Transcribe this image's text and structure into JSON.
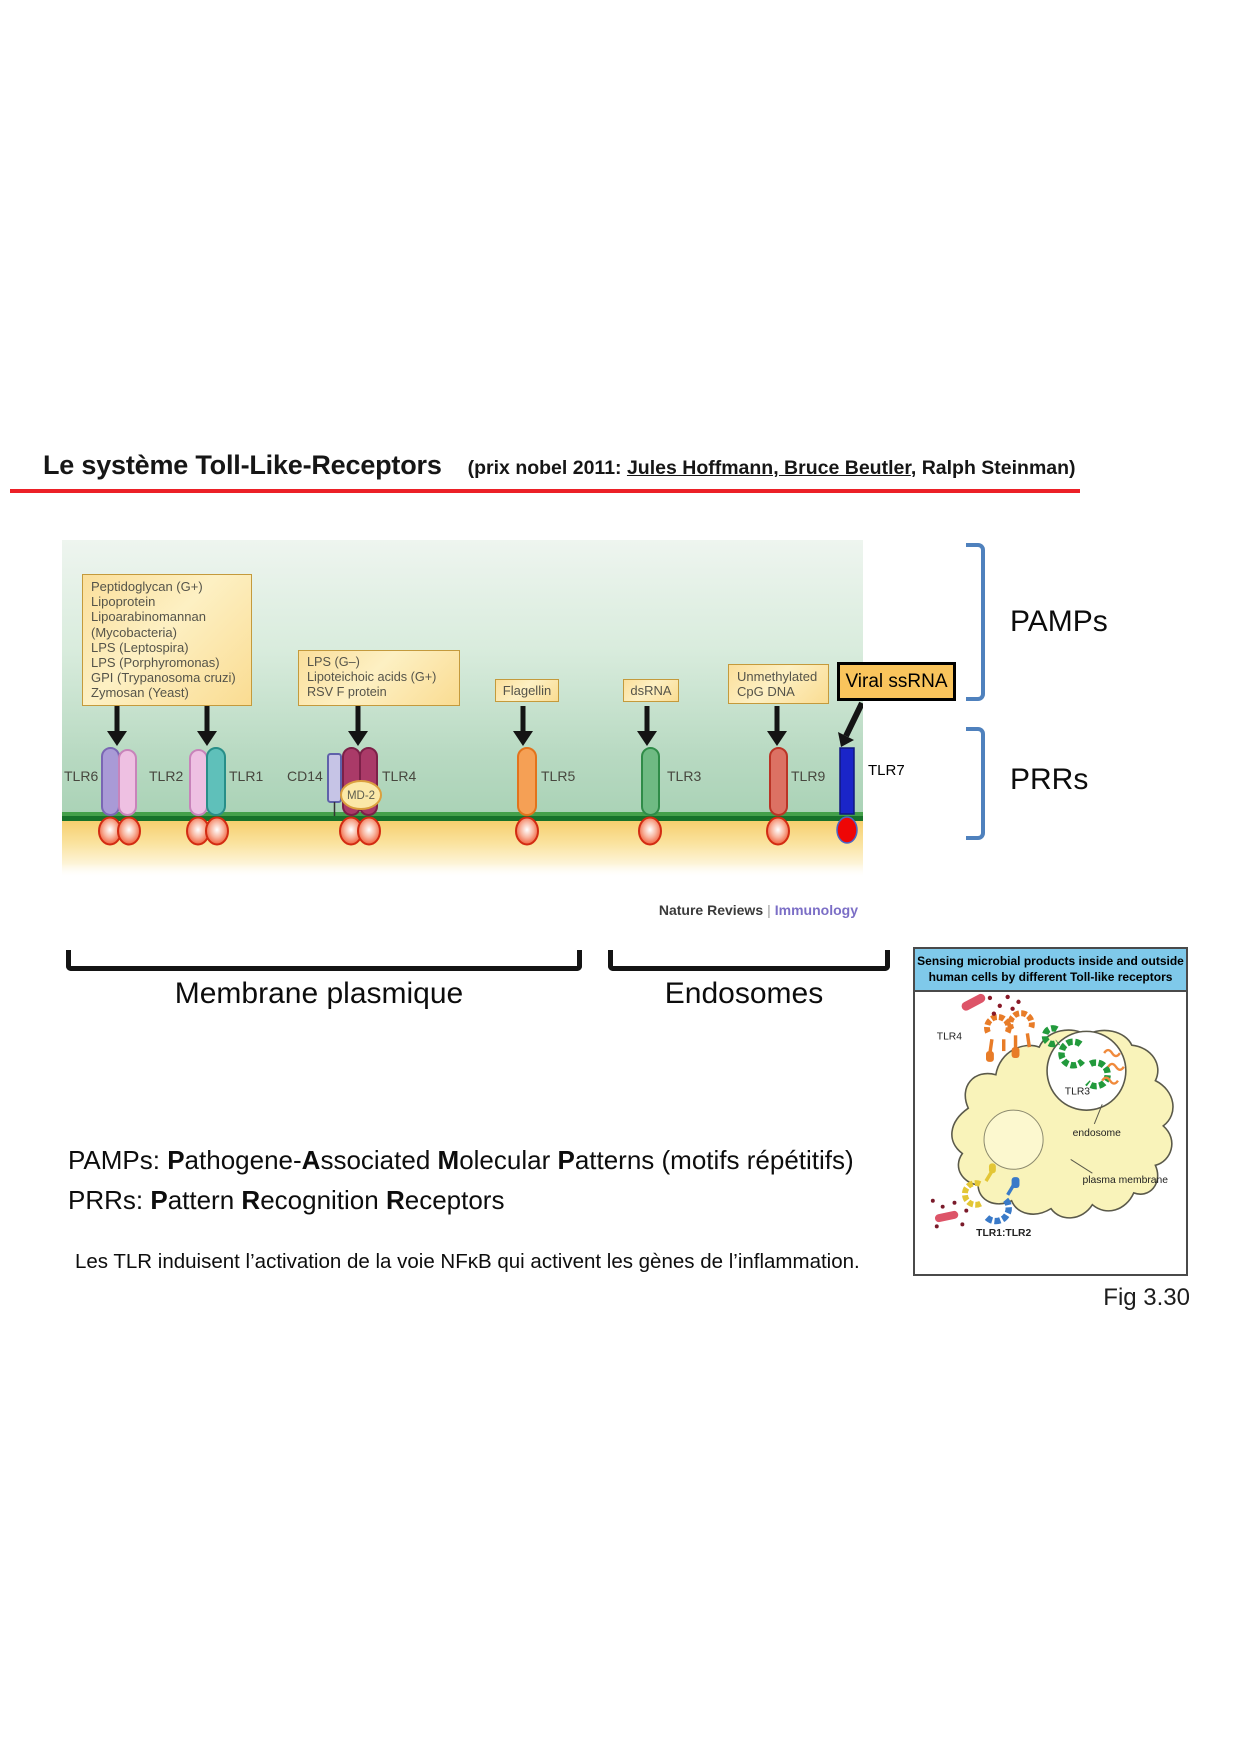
{
  "title": {
    "main": "Le système Toll-Like-Receptors",
    "sub_prefix": "(prix nobel 2011: ",
    "sub_underlined": "Jules Hoffmann, Bruce Beutler",
    "sub_suffix": ", Ralph Steinman)"
  },
  "figure": {
    "ligand_boxes": {
      "box1": "Peptidoglycan (G+)\nLipoprotein\nLipoarabinomannan\n(Mycobacteria)\nLPS (Leptospira)\nLPS (Porphyromonas)\nGPI (Trypanosoma cruzi)\nZymosan (Yeast)",
      "box2": "LPS (G–)\nLipoteichoic acids (G+)\nRSV F protein",
      "box3": "Flagellin",
      "box4": "dsRNA",
      "box5": "Unmethylated\nCpG DNA",
      "box6": "Viral ssRNA"
    },
    "receptor_labels": {
      "tlr6": "TLR6",
      "tlr2": "TLR2",
      "tlr1": "TLR1",
      "cd14": "CD14",
      "md2": "MD-2",
      "tlr4": "TLR4",
      "tlr5": "TLR5",
      "tlr3": "TLR3",
      "tlr9": "TLR9",
      "tlr7": "TLR7"
    },
    "credit": {
      "source": "Nature Reviews",
      "separator": "|",
      "journal": "Immunology"
    }
  },
  "annotations": {
    "pamps": "PAMPs",
    "prrs": "PRRs",
    "membrane": "Membrane plasmique",
    "endosomes": "Endosomes"
  },
  "inset": {
    "header": "Sensing microbial products inside and outside\nhuman cells by different Toll-like receptors",
    "labels": {
      "tlr4": "TLR4",
      "tlr3": "TLR3",
      "endosome": "endosome",
      "plasma_membrane": "plasma membrane",
      "tlr1_tlr2": "TLR1:TLR2"
    },
    "fig_caption": "Fig 3.30"
  },
  "footer": {
    "pamps_definition": [
      {
        "t": "PAMPs: "
      },
      {
        "t": "P",
        "b": true
      },
      {
        "t": "athogene-"
      },
      {
        "t": "A",
        "b": true
      },
      {
        "t": "ssociated "
      },
      {
        "t": "M",
        "b": true
      },
      {
        "t": "olecular "
      },
      {
        "t": "P",
        "b": true
      },
      {
        "t": "atterns (motifs répétitifs)"
      }
    ],
    "prrs_definition": [
      {
        "t": "PRRs: "
      },
      {
        "t": "P",
        "b": true
      },
      {
        "t": "attern "
      },
      {
        "t": "R",
        "b": true
      },
      {
        "t": "ecognition "
      },
      {
        "t": "R",
        "b": true
      },
      {
        "t": "eceptors"
      }
    ],
    "note": "Les TLR induisent l’activation de la voie NFκB qui activent les gènes de l’inflammation."
  },
  "colors": {
    "title_rule_red": "#ec2027",
    "bracket_blue": "#4f81bd",
    "panel_green": "#b7d9c1",
    "membrane_green": "#17722a",
    "cytoplasm_yellow": "#f6cf6e",
    "ligand_box_yellow": "#fbdf9b",
    "viral_box_orange": "#f9c45c",
    "tlr7_blue": "#1a25c8",
    "tir_domain_red": "#f05530",
    "inset_header_blue": "#7fc9ea",
    "credit_purple": "#7b6ec6"
  }
}
